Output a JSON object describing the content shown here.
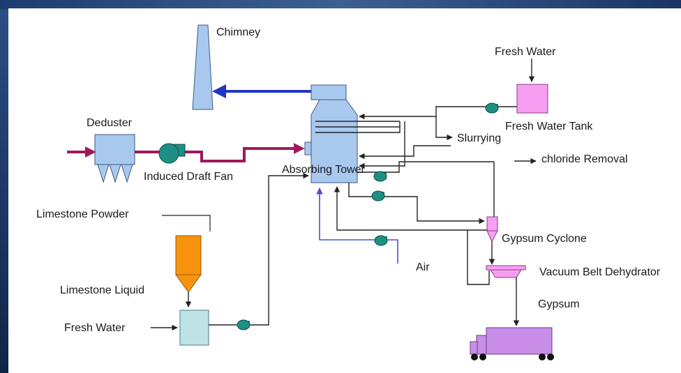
{
  "labels": {
    "chimney": "Chimney",
    "fresh_water_top": "Fresh Water",
    "fresh_water_tank": "Fresh Water Tank",
    "deduster": "Deduster",
    "slurrying": "Slurrying",
    "chloride_removal": "chloride Removal",
    "induced_draft_fan": "Induced Draft Fan",
    "absorbing_tower": "Absorbing Tower",
    "limestone_powder": "Limestone Powder",
    "gypsum_cyclone": "Gypsum Cyclone",
    "air": "Air",
    "vacuum_belt_dehydrator": "Vacuum Belt Dehydrator",
    "limestone_liquid": "Limestone Liquid",
    "gypsum": "Gypsum",
    "fresh_water_bottom": "Fresh Water"
  },
  "colors": {
    "flue_gas": "#a0185a",
    "clean_gas": "#1f35c7",
    "air_line": "#4a4ae0",
    "pipe": "#222222",
    "equipment_blue": "#a8c8ee",
    "pump": "#1f8f84",
    "fresh_water_tank": "#f59ef2",
    "limestone_silo": "#f7930f",
    "limestone_tank": "#bfe3e6",
    "cyclone": "#f59ef2",
    "truck": "#c98ee8"
  }
}
